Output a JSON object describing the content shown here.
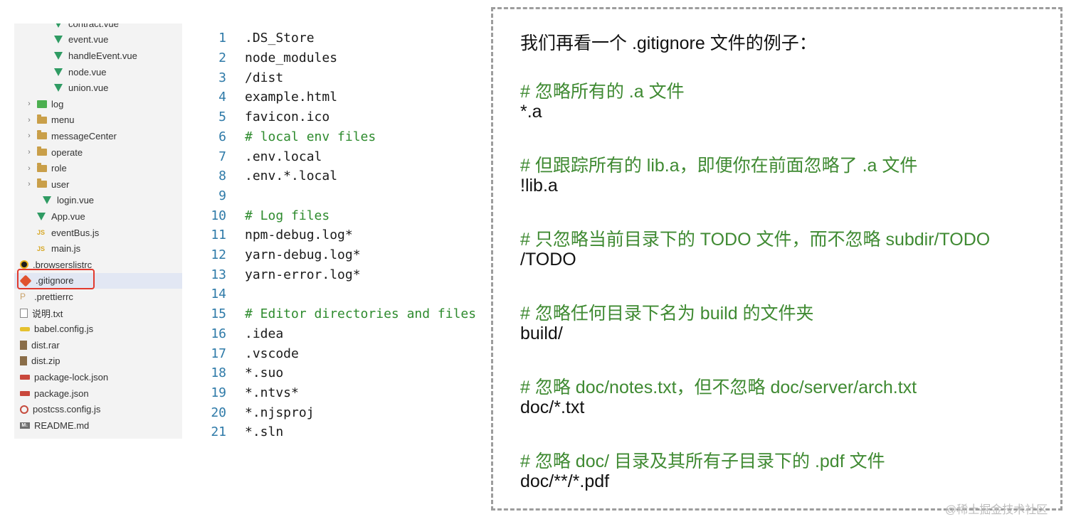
{
  "file_tree": {
    "items": [
      {
        "label": "contract.vue",
        "icon": "vue-icon",
        "indent": 3,
        "chevron": ""
      },
      {
        "label": "event.vue",
        "icon": "vue-icon",
        "indent": 3,
        "chevron": ""
      },
      {
        "label": "handleEvent.vue",
        "icon": "vue-icon",
        "indent": 3,
        "chevron": ""
      },
      {
        "label": "node.vue",
        "icon": "vue-icon",
        "indent": 3,
        "chevron": ""
      },
      {
        "label": "union.vue",
        "icon": "vue-icon",
        "indent": 3,
        "chevron": ""
      },
      {
        "label": "log",
        "icon": "folder-log-icon",
        "indent": 1,
        "chevron": "›"
      },
      {
        "label": "menu",
        "icon": "folder-icon",
        "indent": 1,
        "chevron": "›"
      },
      {
        "label": "messageCenter",
        "icon": "folder-icon",
        "indent": 1,
        "chevron": "›"
      },
      {
        "label": "operate",
        "icon": "folder-icon",
        "indent": 1,
        "chevron": "›"
      },
      {
        "label": "role",
        "icon": "folder-icon",
        "indent": 1,
        "chevron": "›"
      },
      {
        "label": "user",
        "icon": "folder-icon",
        "indent": 1,
        "chevron": "›"
      },
      {
        "label": "login.vue",
        "icon": "vue-icon",
        "indent": 2,
        "chevron": ""
      },
      {
        "label": "App.vue",
        "icon": "vue-icon",
        "indent": 1,
        "chevron": ""
      },
      {
        "label": "eventBus.js",
        "icon": "js-icon",
        "indent": 1,
        "chevron": ""
      },
      {
        "label": "main.js",
        "icon": "js-icon",
        "indent": 1,
        "chevron": ""
      },
      {
        "label": ".browserslistrc",
        "icon": "browserslist-icon",
        "indent": 0,
        "chevron": ""
      },
      {
        "label": ".gitignore",
        "icon": "git-icon",
        "indent": 0,
        "chevron": "",
        "selected": true
      },
      {
        "label": ".prettierrc",
        "icon": "prettier-icon",
        "indent": 0,
        "chevron": ""
      },
      {
        "label": "说明.txt",
        "icon": "text-file-icon",
        "indent": 0,
        "chevron": ""
      },
      {
        "label": "babel.config.js",
        "icon": "babel-icon",
        "indent": 0,
        "chevron": ""
      },
      {
        "label": "dist.rar",
        "icon": "archive-icon",
        "indent": 0,
        "chevron": ""
      },
      {
        "label": "dist.zip",
        "icon": "archive-icon",
        "indent": 0,
        "chevron": ""
      },
      {
        "label": "package-lock.json",
        "icon": "npm-icon",
        "indent": 0,
        "chevron": ""
      },
      {
        "label": "package.json",
        "icon": "npm-icon",
        "indent": 0,
        "chevron": ""
      },
      {
        "label": "postcss.config.js",
        "icon": "postcss-icon",
        "indent": 0,
        "chevron": ""
      },
      {
        "label": "README.md",
        "icon": "markdown-icon",
        "indent": 0,
        "chevron": ""
      }
    ]
  },
  "code_editor": {
    "lines": [
      {
        "n": "1",
        "text": ".DS_Store",
        "comment": false
      },
      {
        "n": "2",
        "text": "node_modules",
        "comment": false
      },
      {
        "n": "3",
        "text": "/dist",
        "comment": false
      },
      {
        "n": "4",
        "text": "example.html",
        "comment": false
      },
      {
        "n": "5",
        "text": "favicon.ico",
        "comment": false
      },
      {
        "n": "6",
        "text": "# local env files",
        "comment": true
      },
      {
        "n": "7",
        "text": ".env.local",
        "comment": false
      },
      {
        "n": "8",
        "text": ".env.*.local",
        "comment": false
      },
      {
        "n": "9",
        "text": "",
        "comment": false
      },
      {
        "n": "10",
        "text": "# Log files",
        "comment": true
      },
      {
        "n": "11",
        "text": "npm-debug.log*",
        "comment": false
      },
      {
        "n": "12",
        "text": "yarn-debug.log*",
        "comment": false
      },
      {
        "n": "13",
        "text": "yarn-error.log*",
        "comment": false
      },
      {
        "n": "14",
        "text": "",
        "comment": false
      },
      {
        "n": "15",
        "text": "# Editor directories and files",
        "comment": true
      },
      {
        "n": "16",
        "text": ".idea",
        "comment": false
      },
      {
        "n": "17",
        "text": ".vscode",
        "comment": false
      },
      {
        "n": "18",
        "text": "*.suo",
        "comment": false
      },
      {
        "n": "19",
        "text": "*.ntvs*",
        "comment": false
      },
      {
        "n": "20",
        "text": "*.njsproj",
        "comment": false
      },
      {
        "n": "21",
        "text": "*.sln",
        "comment": false
      }
    ]
  },
  "explanation": {
    "title": "我们再看一个 .gitignore 文件的例子：",
    "examples": [
      {
        "comment": "# 忽略所有的 .a 文件",
        "pattern": "*.a"
      },
      {
        "comment": "# 但跟踪所有的 lib.a，即便你在前面忽略了 .a 文件",
        "pattern": "!lib.a"
      },
      {
        "comment": "# 只忽略当前目录下的 TODO 文件，而不忽略 subdir/TODO",
        "pattern": "/TODO"
      },
      {
        "comment": "# 忽略任何目录下名为 build 的文件夹",
        "pattern": "build/"
      },
      {
        "comment": "# 忽略 doc/notes.txt，但不忽略 doc/server/arch.txt",
        "pattern": "doc/*.txt"
      },
      {
        "comment": "# 忽略 doc/ 目录及其所有子目录下的 .pdf 文件",
        "pattern": "doc/**/*.pdf"
      }
    ]
  },
  "watermark": "@稀土掘金技术社区",
  "colors": {
    "comment_green": "#3f8a32",
    "line_number_blue": "#2e7aa8",
    "highlight_red": "#e23a2e",
    "tree_background": "#f3f3f3"
  }
}
